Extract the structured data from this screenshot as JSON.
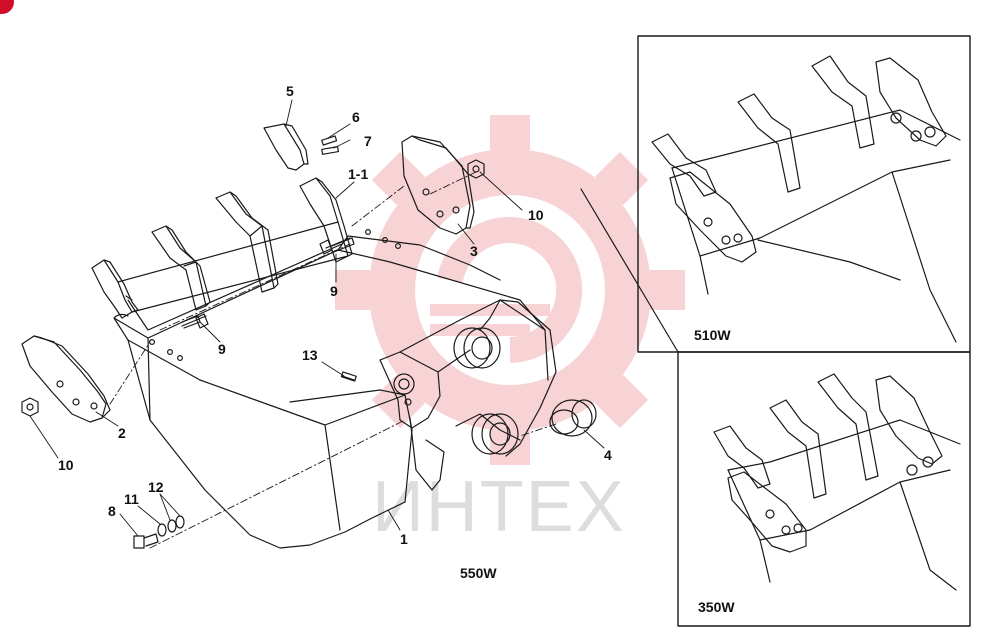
{
  "diagram": {
    "main_caption": "550W",
    "callouts": [
      {
        "id": "5",
        "text": "5"
      },
      {
        "id": "6",
        "text": "6"
      },
      {
        "id": "7",
        "text": "7"
      },
      {
        "id": "1-1",
        "text": "1-1"
      },
      {
        "id": "10a",
        "text": "10"
      },
      {
        "id": "3",
        "text": "3"
      },
      {
        "id": "9a",
        "text": "9"
      },
      {
        "id": "9b",
        "text": "9"
      },
      {
        "id": "13",
        "text": "13"
      },
      {
        "id": "2",
        "text": "2"
      },
      {
        "id": "10b",
        "text": "10"
      },
      {
        "id": "4",
        "text": "4"
      },
      {
        "id": "12",
        "text": "12"
      },
      {
        "id": "11",
        "text": "11"
      },
      {
        "id": "8",
        "text": "8"
      },
      {
        "id": "1",
        "text": "1"
      }
    ],
    "insets": [
      {
        "title": "510W"
      },
      {
        "title": "350W"
      }
    ]
  },
  "watermark": {
    "text": "ИНТЕХ",
    "color": "#e03a45"
  },
  "colors": {
    "line": "#1a1a1a",
    "badge": "#d0102a"
  }
}
